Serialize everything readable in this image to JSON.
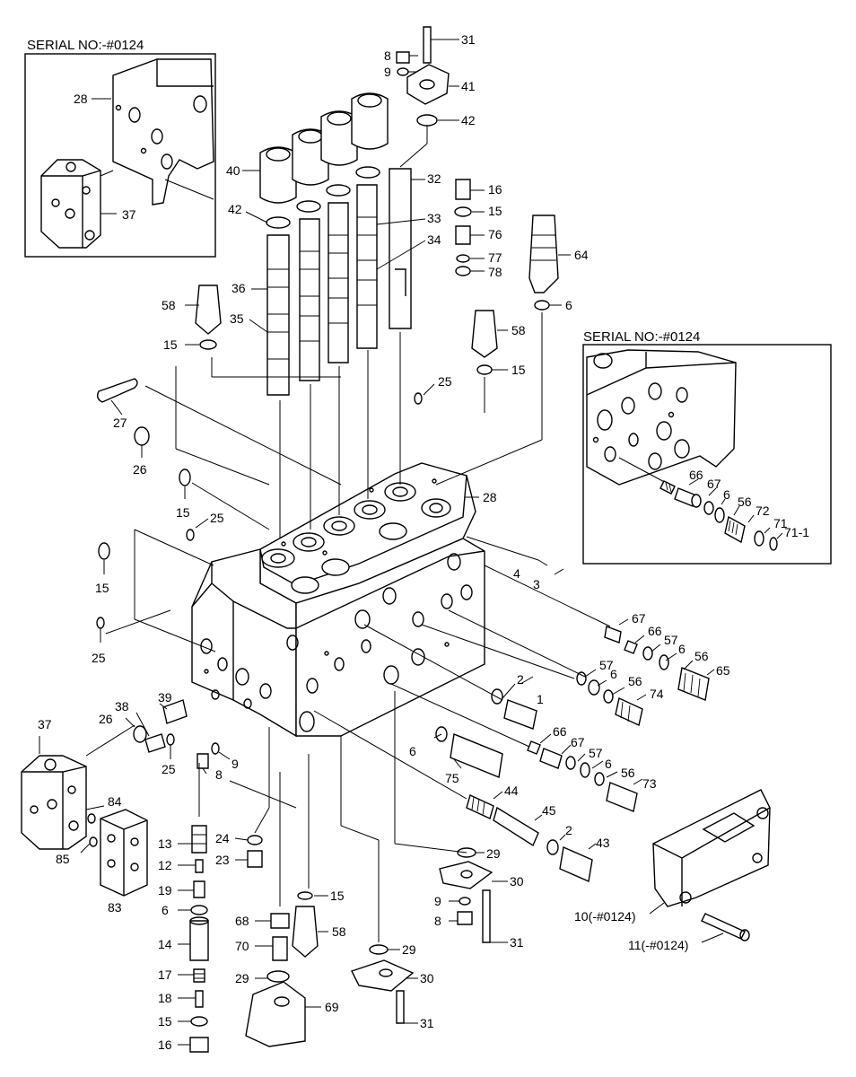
{
  "serial_labels": {
    "inset_top_left": "SERIAL NO:-#0124",
    "inset_right": "SERIAL NO:-#0124"
  },
  "parts": {
    "p1": "1",
    "p2a": "2",
    "p2b": "2",
    "p3": "3",
    "p4": "4",
    "p6a": "6",
    "p6b": "6",
    "p6c": "6",
    "p6d": "6",
    "p6e": "6",
    "p6f": "6",
    "p8a": "8",
    "p8b": "8",
    "p8c": "8",
    "p9a": "9",
    "p9b": "9",
    "p9c": "9",
    "p10": "10(-#0124)",
    "p11": "11(-#0124)",
    "p12": "12",
    "p13": "13",
    "p14": "14",
    "p15a": "15",
    "p15b": "15",
    "p15c": "15",
    "p15d": "15",
    "p15e": "15",
    "p15f": "15",
    "p15g": "15",
    "p16a": "16",
    "p16b": "16",
    "p17": "17",
    "p18": "18",
    "p19": "19",
    "p23": "23",
    "p24": "24",
    "p25a": "25",
    "p25b": "25",
    "p25c": "25",
    "p25d": "25",
    "p26a": "26",
    "p26b": "26",
    "p27": "27",
    "p28a": "28",
    "p28b": "28",
    "p29a": "29",
    "p29b": "29",
    "p29c": "29",
    "p30a": "30",
    "p30b": "30",
    "p31a": "31",
    "p31b": "31",
    "p31c": "31",
    "p32": "32",
    "p33": "33",
    "p34": "34",
    "p35": "35",
    "p36": "36",
    "p37a": "37",
    "p37b": "37",
    "p38": "38",
    "p39": "39",
    "p40": "40",
    "p41": "41",
    "p42a": "42",
    "p42b": "42",
    "p43": "43",
    "p44": "44",
    "p45": "45",
    "p56a": "56",
    "p56b": "56",
    "p56c": "56",
    "p56d": "56",
    "p57a": "57",
    "p57b": "57",
    "p57c": "57",
    "p58a": "58",
    "p58b": "58",
    "p58c": "58",
    "p64": "64",
    "p65": "65",
    "p66a": "66",
    "p66b": "66",
    "p66c": "66",
    "p67a": "67",
    "p67b": "67",
    "p67c": "67",
    "p68": "68",
    "p69": "69",
    "p70": "70",
    "p71": "71",
    "p71_1": "71-1",
    "p72": "72",
    "p73": "73",
    "p74": "74",
    "p75": "75",
    "p76": "76",
    "p77": "77",
    "p78": "78",
    "p83": "83",
    "p84": "84",
    "p85": "85"
  }
}
